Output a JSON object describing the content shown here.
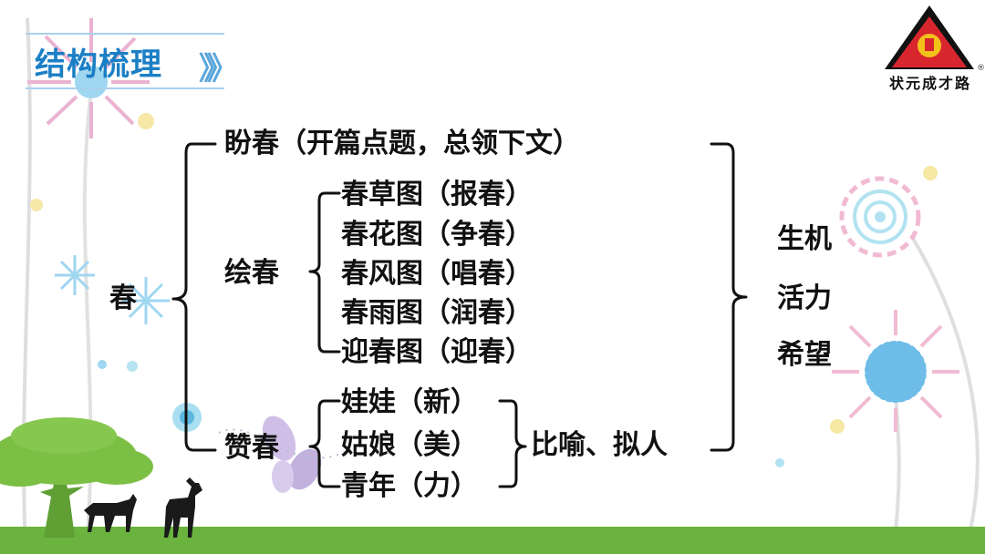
{
  "header": {
    "title": "结构梳理",
    "title_arrows": "》》"
  },
  "logo": {
    "text": "状元成才路",
    "registered_mark": "®"
  },
  "diagram": {
    "root": "春",
    "branches": [
      {
        "label": "盼春（开篇点题，总领下文）"
      },
      {
        "label": "绘春",
        "children": [
          "春草图（报春）",
          "春花图（争春）",
          "春风图（唱春）",
          "春雨图（润春）",
          "迎春图（迎春）"
        ]
      },
      {
        "label": "赞春",
        "children": [
          "娃娃（新）",
          "姑娘（美）",
          "青年（力）"
        ],
        "technique": "比喻、拟人"
      }
    ],
    "summary": [
      "生机",
      "活力",
      "希望"
    ]
  },
  "colors": {
    "title_blue": "#1b7fc6",
    "title_rule": "#a9d0ec",
    "grass_green": "#6ab33e",
    "tree_green": "#7cbf45",
    "text": "#111111"
  },
  "icons": [
    "flower-icon",
    "tree-icon",
    "deer-icon",
    "butterfly-icon",
    "logo-emblem-icon"
  ]
}
